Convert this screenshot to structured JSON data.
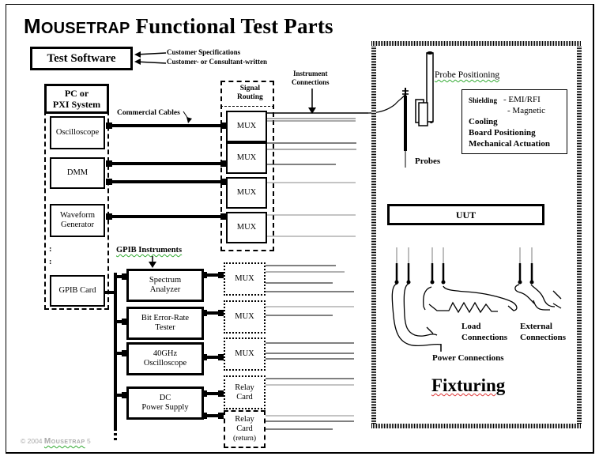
{
  "title": {
    "brand_first": "M",
    "brand_rest": "OUSETRAP",
    "rest": " Functional Test Parts"
  },
  "software": {
    "label": "Test Software",
    "inputs": [
      "Customer Specifications",
      "Customer- or Consultant-written"
    ]
  },
  "pc_system": {
    "label_line1": "PC or",
    "label_line2": "PXI System",
    "instruments": [
      {
        "line1": "Oscilloscope",
        "line2": ""
      },
      {
        "line1": "DMM",
        "line2": ""
      },
      {
        "line1": "Waveform",
        "line2": "Generator"
      },
      {
        "line1": "GPIB Card",
        "line2": ""
      }
    ],
    "ellipsis": [
      ":",
      ":"
    ]
  },
  "labels": {
    "commercial_cables": "Commercial Cables",
    "instrument_connections_line1": "Instrument",
    "instrument_connections_line2": "Connections",
    "gpib_instruments": "GPIB Instruments",
    "signal_routing_line1": "Signal",
    "signal_routing_line2": "Routing"
  },
  "signal_routing": {
    "mux_label": "MUX",
    "mux_count": 4
  },
  "gpib_instruments": [
    {
      "line1": "Spectrum",
      "line2": "Analyzer"
    },
    {
      "line1": "Bit Error-Rate",
      "line2": "Tester"
    },
    {
      "line1": "40GHz",
      "line2": "Oscilloscope"
    },
    {
      "line1": "DC",
      "line2": "Power Supply"
    }
  ],
  "gpib_routing": [
    {
      "line1": "MUX",
      "line2": "",
      "line3": ""
    },
    {
      "line1": "MUX",
      "line2": "",
      "line3": ""
    },
    {
      "line1": "MUX",
      "line2": "",
      "line3": ""
    },
    {
      "line1": "Relay",
      "line2": "Card",
      "line3": ""
    },
    {
      "line1": "Relay",
      "line2": "Card",
      "line3": "(return)"
    }
  ],
  "fixturing": {
    "title": "Fixturing",
    "probe_positioning": "Probe Positioning",
    "probes": "Probes",
    "features": {
      "shielding": "Shielding",
      "shielding_emi": "- EMI/RFI",
      "shielding_mag": "- Magnetic",
      "cooling": "Cooling",
      "board_positioning": "Board Positioning",
      "mechanical_actuation": "Mechanical Actuation"
    },
    "uut": "UUT",
    "load_line1": "Load",
    "load_line2": "Connections",
    "external_line1": "External",
    "external_line2": "Connections",
    "power_connections": "Power Connections"
  },
  "footer": {
    "copyright": "© 2004",
    "brand": "Mousetrap",
    "page": "5"
  }
}
